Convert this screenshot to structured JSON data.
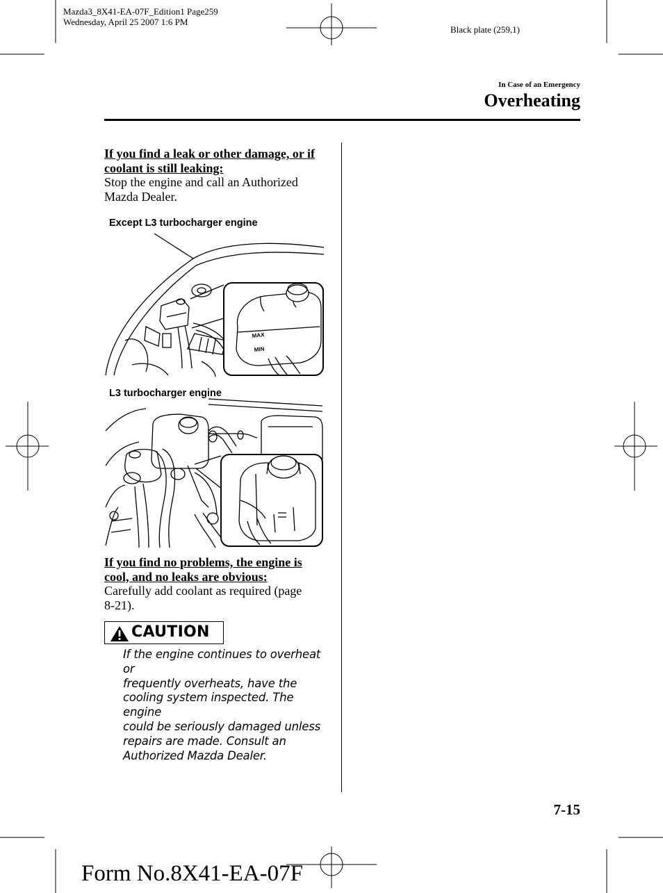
{
  "print_header": {
    "line1": "Mazda3_8X41-EA-07F_Edition1 Page259",
    "line2": "Wednesday, April 25 2007 1:6 PM",
    "plate": "Black plate (259,1)"
  },
  "section": {
    "kicker": "In Case of an Emergency",
    "title": "Overheating"
  },
  "para1": {
    "heading_line1": "If you find a leak or other damage, or if",
    "heading_line2": "coolant is still leaking:",
    "body_line1": "Stop the engine and call an Authorized",
    "body_line2": "Mazda Dealer."
  },
  "figure1": {
    "label": "Except L3 turbocharger engine",
    "inset_text_max": "MAX",
    "inset_text_min": "MIN"
  },
  "figure2": {
    "label": "L3 turbocharger engine"
  },
  "para2": {
    "heading_line1": "If you find no problems, the engine is",
    "heading_line2": "cool, and no leaks are obvious:",
    "body_line1": "Carefully add coolant as required (page",
    "body_line2": "8-21)."
  },
  "caution": {
    "label": "CAUTION",
    "lines": [
      "If the engine continues to overheat or",
      "frequently overheats, have the",
      "cooling system inspected. The engine",
      "could be seriously damaged unless",
      "repairs are made. Consult an",
      "Authorized Mazda Dealer."
    ]
  },
  "page_number": "7-15",
  "footer": "Form No.8X41-EA-07F"
}
